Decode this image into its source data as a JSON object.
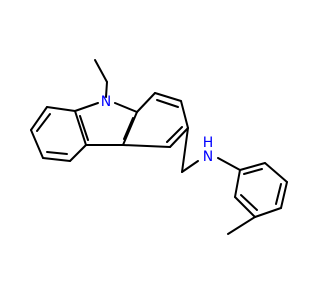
{
  "molecule": {
    "atoms": {
      "n9": {
        "label": "N",
        "color": "#0000ff"
      },
      "nh": {
        "label": "N",
        "sub": "H",
        "color": "#0000ff"
      }
    }
  }
}
